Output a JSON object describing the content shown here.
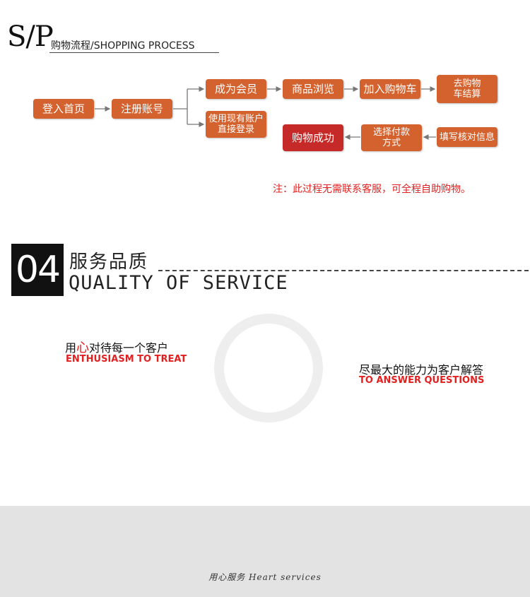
{
  "process": {
    "logo": "S/P",
    "title": "购物流程/SHOPPING PROCESS",
    "steps": {
      "home": "登入首页",
      "register": "注册账号",
      "member": "成为会员",
      "existing": "使用现有账户直接登录",
      "browse": "商品浏览",
      "cart": "加入购物车",
      "checkout": "去购物车结算",
      "fill_info": "填写核对信息",
      "pay": "选择付款方式",
      "success": "购物成功"
    },
    "note": "注：此过程无需联系客服，可全程自助购物。"
  },
  "quality": {
    "number": "04",
    "title_cn": "服务品质",
    "title_en": "QUALITY OF SERVICE",
    "left_cn_pre": "用",
    "left_cn_accent": "心",
    "left_cn_post": "对待每一个客户",
    "left_en": "ENTHUSIASM TO TREAT",
    "right_cn": "尽最大的能力为客户解答",
    "right_en": "TO ANSWER QUESTIONS",
    "footer": "用心服务 Heart services"
  },
  "colors": {
    "step_orange": "#d4622e",
    "step_red": "#c62a28",
    "note_red": "#e32020"
  },
  "icons": [
    "heart-icon",
    "person-icon"
  ]
}
